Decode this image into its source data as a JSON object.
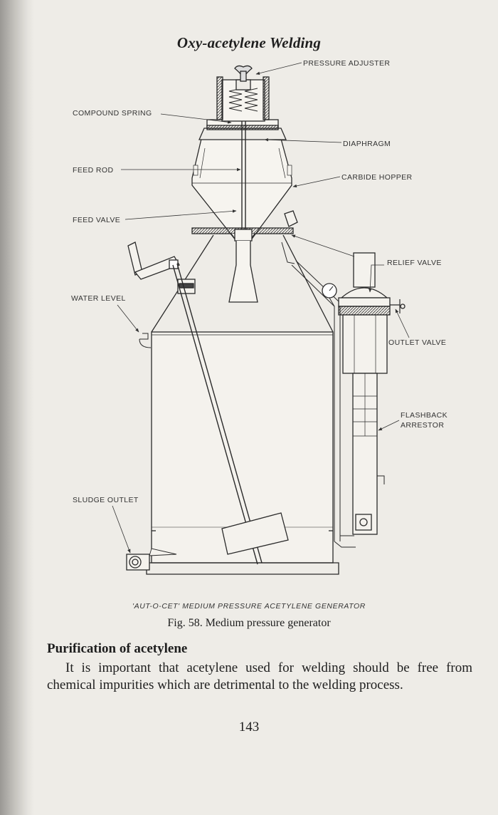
{
  "page": {
    "running_head": "Oxy-acetylene Welding",
    "figure_subcaption": "'AUT-O-CET' MEDIUM PRESSURE ACETYLENE GENERATOR",
    "figure_caption": "Fig. 58. Medium pressure generator",
    "section_heading": "Purification of acetylene",
    "paragraph": "It is important that acetylene used for welding should be free from chemical impurities which are detrimental to the welding process.",
    "page_number": "143"
  },
  "diagram": {
    "labels": {
      "pressure_adjuster": "PRESSURE ADJUSTER",
      "compound_spring": "COMPOUND SPRING",
      "diaphragm": "DIAPHRAGM",
      "feed_rod": "FEED ROD",
      "carbide_hopper": "CARBIDE HOPPER",
      "feed_valve": "FEED VALVE",
      "relief_valve": "RELIEF VALVE",
      "water_level": "WATER LEVEL",
      "outlet_valve": "OUTLET VALVE",
      "flashback_arrestor_1": "FLASHBACK",
      "flashback_arrestor_2": "ARRESTOR",
      "sludge_outlet": "SLUDGE OUTLET"
    }
  }
}
